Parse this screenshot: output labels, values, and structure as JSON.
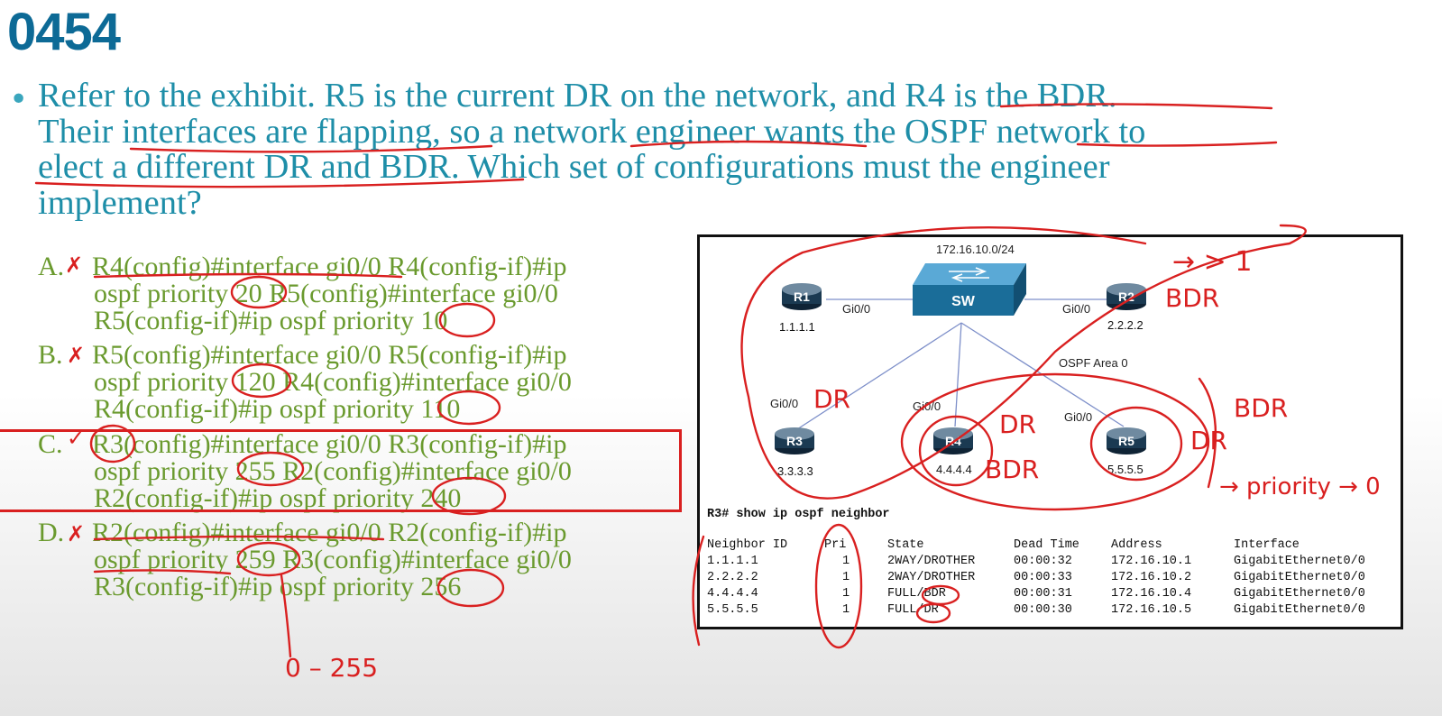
{
  "question_number": "0454",
  "bullet": "•",
  "question_lines": [
    "Refer to the exhibit. R5 is the current DR on the network, and R4 is the BDR.",
    "Their interfaces are flapping, so a network engineer wants the OSPF network to",
    "elect a different DR and BDR. Which set of configurations must the engineer",
    "implement?"
  ],
  "options": [
    {
      "letter": "A.",
      "lines": [
        "R4(config)#interface gi0/0 R4(config-if)#ip",
        "ospf priority 20 R5(config)#interface gi0/0",
        "R5(config-if)#ip ospf priority 10"
      ]
    },
    {
      "letter": "B.",
      "lines": [
        "R5(config)#interface gi0/0 R5(config-if)#ip",
        "ospf priority 120 R4(config)#interface gi0/0",
        "R4(config-if)#ip ospf priority 110"
      ]
    },
    {
      "letter": "C.",
      "lines": [
        "R3(config)#interface gi0/0 R3(config-if)#ip",
        "ospf priority 255 R2(config)#interface gi0/0",
        "R2(config-if)#ip ospf priority 240"
      ]
    },
    {
      "letter": "D.",
      "lines": [
        "R2(config)#interface gi0/0 R2(config-if)#ip",
        "ospf priority 259 R3(config)#interface gi0/0",
        "R3(config-if)#ip ospf priority 256"
      ]
    }
  ],
  "exhibit": {
    "subnet": "172.16.10.0/24",
    "area": "OSPF Area 0",
    "switch": "SW",
    "interfaces": {
      "r1": "Gi0/0",
      "r2": "Gi0/0",
      "r3": "Gi0/0",
      "r4": "Gi0/0",
      "r5": "Gi0/0"
    },
    "routers": [
      {
        "name": "R1",
        "id": "1.1.1.1"
      },
      {
        "name": "R2",
        "id": "2.2.2.2"
      },
      {
        "name": "R3",
        "id": "3.3.3.3"
      },
      {
        "name": "R4",
        "id": "4.4.4.4"
      },
      {
        "name": "R5",
        "id": "5.5.5.5"
      }
    ],
    "command": "R3# show ip ospf neighbor",
    "table_headers": [
      "Neighbor ID",
      "Pri",
      "State",
      "Dead Time",
      "Address",
      "Interface"
    ],
    "table_rows": [
      [
        "1.1.1.1",
        "1",
        "2WAY/DROTHER",
        "00:00:32",
        "172.16.10.1",
        "GigabitEthernet0/0"
      ],
      [
        "2.2.2.2",
        "1",
        "2WAY/DROTHER",
        "00:00:33",
        "172.16.10.2",
        "GigabitEthernet0/0"
      ],
      [
        "4.4.4.4",
        "1",
        "FULL/BDR",
        "00:00:31",
        "172.16.10.4",
        "GigabitEthernet0/0"
      ],
      [
        "5.5.5.5",
        "1",
        "FULL/DR",
        "00:00:30",
        "172.16.10.5",
        "GigabitEthernet0/0"
      ]
    ]
  },
  "annotations": {
    "mark_wrong": "✗",
    "mark_right": "✓",
    "r2_label": "BDR",
    "gt_one": "→ > 1",
    "r3_label": "DR",
    "r4_dr": "DR",
    "r4_bdr": "BDR",
    "r5_dr": "DR",
    "r5_bdr": "BDR",
    "priority_note": "→ priority → 0",
    "range": "0 – 255"
  },
  "colors": {
    "title": "#0d6a96",
    "question": "#1e8ea8",
    "options": "#6a9a2e",
    "ink": "#d92020",
    "router": "#1b3a52",
    "switch": "#1a6d99"
  }
}
